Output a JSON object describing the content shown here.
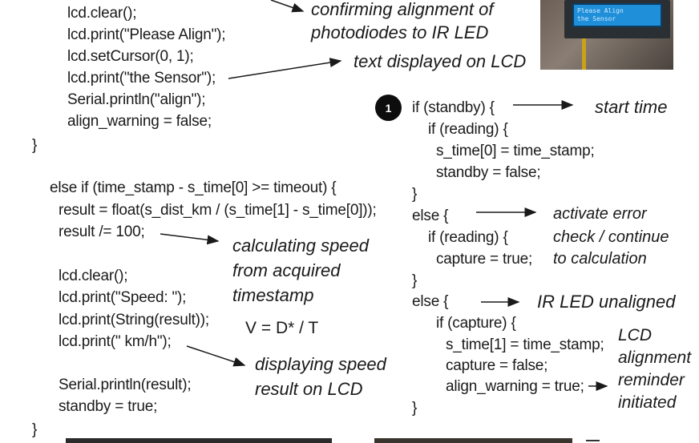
{
  "code_left_top": [
    "lcd.clear();",
    "lcd.print(\"Please Align\");",
    "lcd.setCursor(0, 1);",
    "lcd.print(\"the Sensor\");",
    "Serial.println(\"align\");",
    "align_warning = false;",
    "}"
  ],
  "code_left_bottom": [
    "else if (time_stamp - s_time[0] >= timeout) {",
    "result = float(s_dist_km / (s_time[1] - s_time[0]));",
    "result /= 100;",
    "lcd.clear();",
    "lcd.print(\"Speed: \");",
    "lcd.print(String(result));",
    "lcd.print(\" km/h\");",
    "Serial.println(result);",
    "standby = true;",
    "}"
  ],
  "code_right": [
    "if (standby) {",
    "if (reading) {",
    "s_time[0] = time_stamp;",
    "standby = false;",
    "}",
    "else {",
    "if (reading) {",
    "capture = true;",
    "}",
    "else {",
    "if (capture) {",
    "s_time[1] = time_stamp;",
    "capture = false;",
    "align_warning = true;",
    "}"
  ],
  "annotations": {
    "confirm_line1": "confirming alignment of",
    "confirm_line2": "photodiodes to IR LED",
    "lcd_text": "text displayed on LCD",
    "calc_line1": "calculating speed",
    "calc_line2": "from acquired",
    "calc_line3": "timestamp",
    "formula": "V = D* / T",
    "display_line1": "displaying speed",
    "display_line2": "result on LCD",
    "start_time": "start time",
    "error_line1": "activate error",
    "error_line2": "check / continue",
    "error_line3": "to calculation",
    "ir_unaligned": "IR LED unaligned",
    "reminder_line1": "LCD",
    "reminder_line2": "alignment",
    "reminder_line3": "reminder",
    "reminder_line4": "initiated"
  },
  "step_badge": "1",
  "lcd_photo": {
    "screen_line1": "Please Align",
    "screen_line2": "the Sensor"
  },
  "colors": {
    "text": "#1a1a1a",
    "badge": "#0d0d0d",
    "lcd_screen": "#1e8fd8"
  }
}
